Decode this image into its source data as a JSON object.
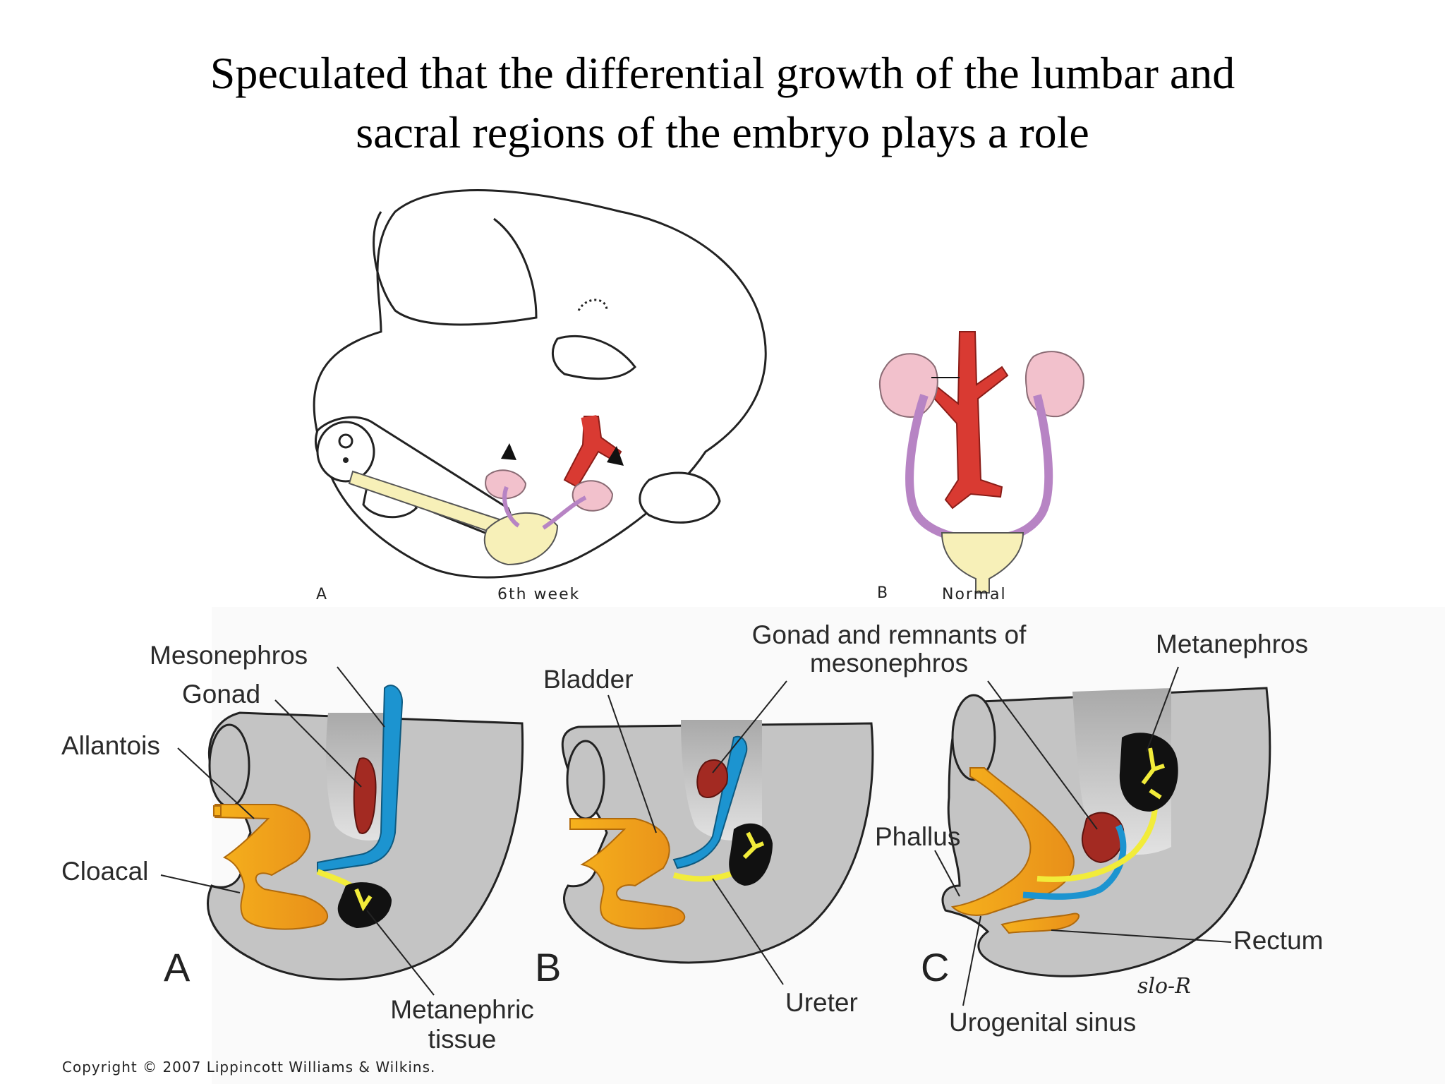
{
  "title": {
    "line1": "Speculated that the differential growth of the lumbar and",
    "line2": "sacral regions of the embryo plays a role"
  },
  "top_panel": {
    "a_letter": "A",
    "a_caption": "6th week",
    "b_letter": "B",
    "b_caption": "Normal"
  },
  "labels": {
    "mesonephros": "Mesonephros",
    "gonad": "Gonad",
    "allantois": "Allantois",
    "cloacal": "Cloacal",
    "metanephric_tissue_1": "Metanephric",
    "metanephric_tissue_2": "tissue",
    "bladder": "Bladder",
    "gonad_remnants_1": "Gonad and remnants of",
    "gonad_remnants_2": "mesonephros",
    "ureter": "Ureter",
    "metanephros": "Metanephros",
    "phallus": "Phallus",
    "rectum": "Rectum",
    "urogenital_sinus": "Urogenital sinus"
  },
  "panel_letters": {
    "a": "A",
    "b": "B",
    "c": "C"
  },
  "signature": "slo-R",
  "copyright": "Copyright © 2007 Lippincott Williams & Wilkins.",
  "colors": {
    "aorta": "#d93a32",
    "kidney": "#f2c1cc",
    "ureter": "#b784c4",
    "bladder": "#f7f0b8",
    "cloaca": "#f5a81c",
    "mesonephros": "#1c94d0",
    "gonad": "#a32a22",
    "metanephric": "#111111",
    "ureter_yellow": "#f2ec3a",
    "embryo_gray": "#c4c4c4"
  }
}
